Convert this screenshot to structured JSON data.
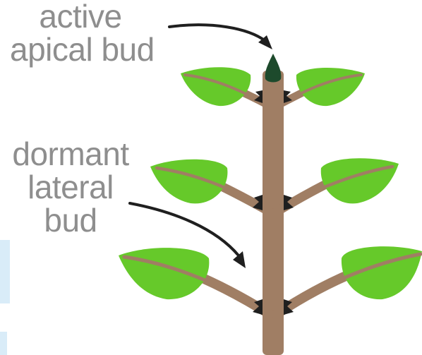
{
  "labels": {
    "apical": [
      "active",
      "apical bud"
    ],
    "lateral": [
      "dormant",
      "lateral",
      "bud"
    ]
  },
  "colors": {
    "stem": "#a07e64",
    "leaf": "#66c92a",
    "vein": "#a07e64",
    "bud": "#1f1f1f",
    "apical_bud": "#1d4a2c",
    "label_text": "#8e8e8e",
    "arrow": "#1f1f1f"
  }
}
